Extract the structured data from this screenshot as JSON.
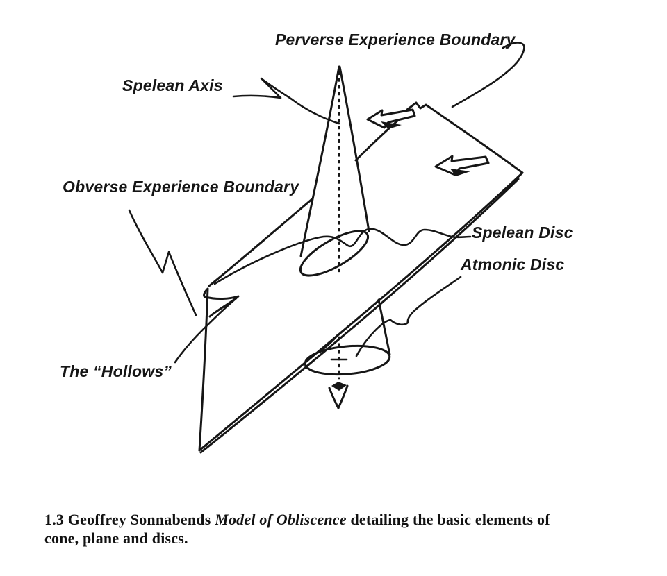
{
  "figure": {
    "labels": {
      "perverse_experience_boundary": "Perverse Experience Boundary",
      "spelean_axis": "Spelean Axis",
      "obverse_experience_boundary": "Obverse Experience Boundary",
      "spelean_disc": "Spelean Disc",
      "atmonic_disc": "Atmonic Disc",
      "hollows": "The “Hollows”"
    },
    "caption": {
      "lead": "1.3 Geoffrey Sonnabends ",
      "italic_title": "Model of Obliscence",
      "rest": " detailing the basic elements of",
      "line2": "cone, plane and discs."
    },
    "colors": {
      "ink": "#161616",
      "paper": "#ffffff"
    }
  }
}
